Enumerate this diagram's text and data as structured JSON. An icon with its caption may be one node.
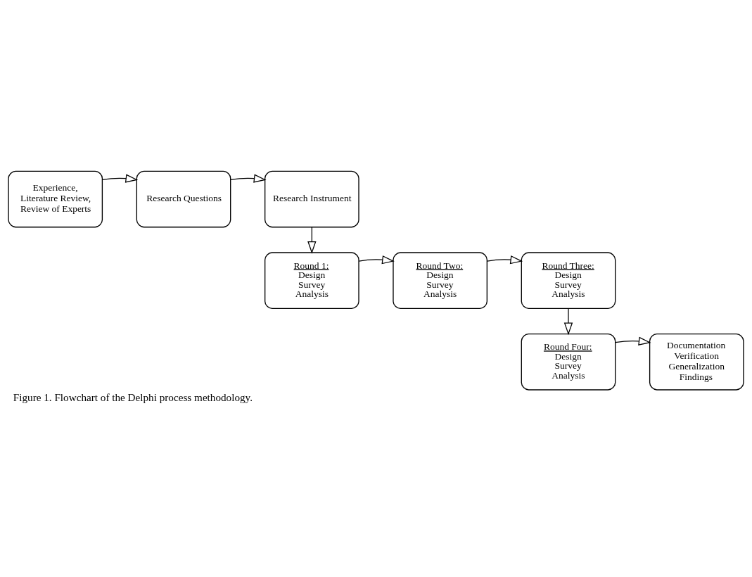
{
  "diagram": {
    "caption": "Figure 1. Flowchart of the Delphi process methodology.",
    "nodes": [
      {
        "text": [
          "Experience, Literature Review, Review of Experts"
        ]
      },
      {
        "text": [
          "Research Questions"
        ]
      },
      {
        "text": [
          "Research Instrument"
        ]
      },
      {
        "text": [
          "Round 1:",
          "Design Survey Analysis"
        ]
      },
      {
        "text": [
          "Round Two:",
          "Design Survey Analysis"
        ]
      },
      {
        "text": [
          "Round Three:",
          "Design Survey Analysis"
        ]
      },
      {
        "text": [
          "Round Four:",
          "Design Survey Analysis"
        ]
      },
      {
        "text": [
          "Documentation Verification Generalization Findings"
        ]
      }
    ],
    "edges": [
      {
        "from": 0,
        "to": 1,
        "arrow": "to"
      },
      {
        "from": 1,
        "to": 2,
        "arrow": "to"
      },
      {
        "from": 2,
        "to": 3,
        "arrow": "to"
      },
      {
        "from": 3,
        "to": 4,
        "arrow": "to"
      },
      {
        "from": 4,
        "to": 5,
        "arrow": "to"
      },
      {
        "from": 5,
        "to": 6,
        "arrow": "to"
      },
      {
        "from": 6,
        "to": 7,
        "arrow": "to"
      }
    ]
  }
}
